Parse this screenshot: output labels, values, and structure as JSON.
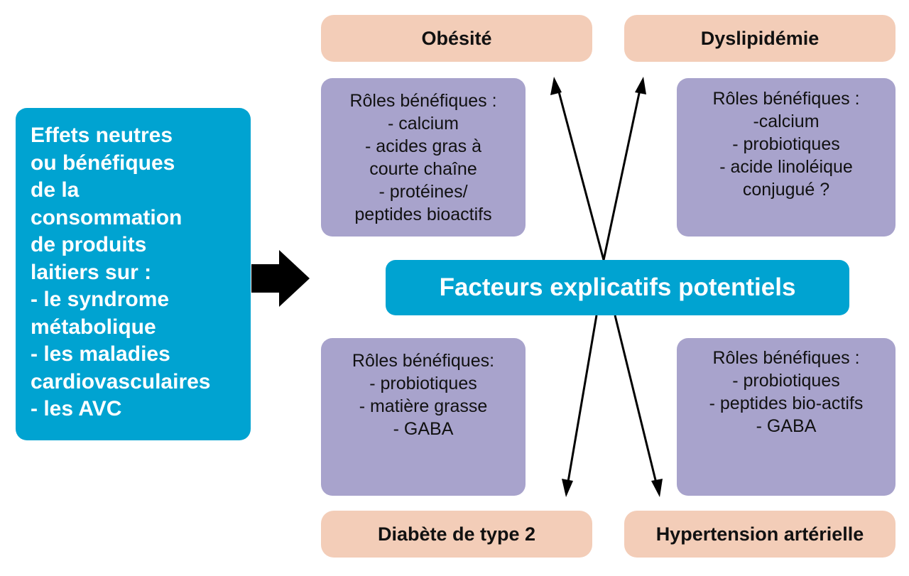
{
  "left_box": {
    "text": "Effets neutres\nou bénéfiques\nde la\nconsommation\nde produits\nlaitiers sur :\n- le syndrome\nmétabolique\n- les maladies\ncardiovasculaires\n- les AVC"
  },
  "center": {
    "label": "Facteurs explicatifs potentiels"
  },
  "diseases": {
    "obesity": "Obésité",
    "dyslipidemia": "Dyslipidémie",
    "diabetes": "Diabète de type 2",
    "hypertension": "Hypertension artérielle"
  },
  "roles": {
    "top_left": "Rôles bénéfiques :\n- calcium\n- acides gras à\ncourte chaîne\n- protéines/\npeptides bioactifs",
    "top_right": "Rôles bénéfiques :\n-calcium\n- probiotiques\n- acide linoléique\nconjugué ?",
    "bottom_left": "Rôles bénéfiques:\n- probiotiques\n- matière grasse\n- GABA",
    "bottom_right": "Rôles bénéfiques :\n- probiotiques\n- peptides bio-actifs\n- GABA"
  },
  "colors": {
    "blue": "#00a3d1",
    "peach": "#f3cdb8",
    "lavender": "#a8a3cc",
    "arrow": "#000000"
  }
}
